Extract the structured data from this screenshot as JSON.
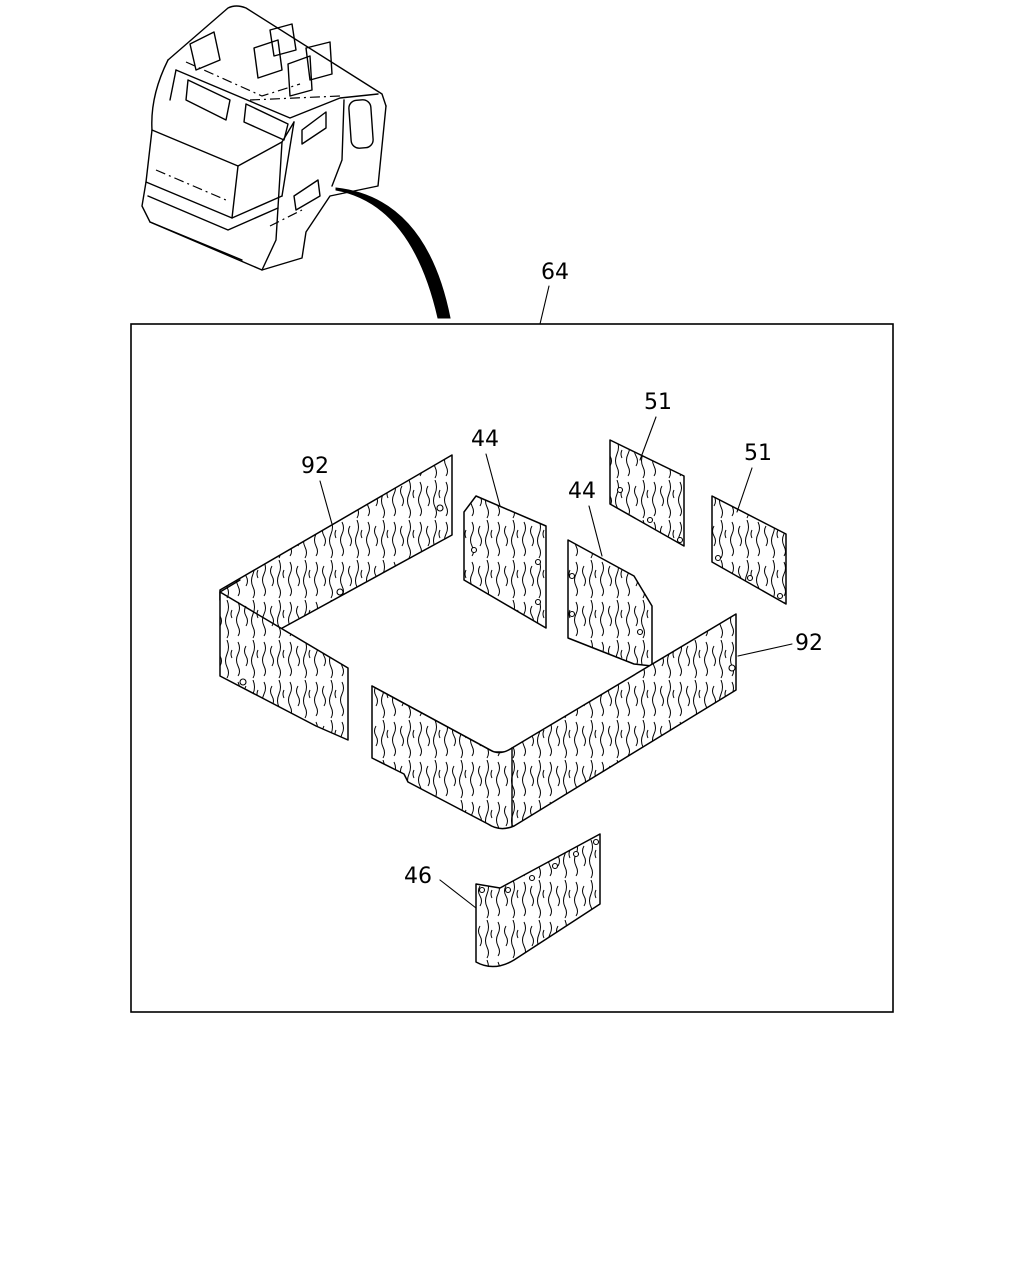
{
  "callouts": {
    "assembly": "64",
    "side_panel_left": "92",
    "side_panel_right": "92",
    "inner_panel_left": "44",
    "inner_panel_right": "44",
    "upper_panel_left": "51",
    "upper_panel_right": "51",
    "lower_panel": "46"
  }
}
